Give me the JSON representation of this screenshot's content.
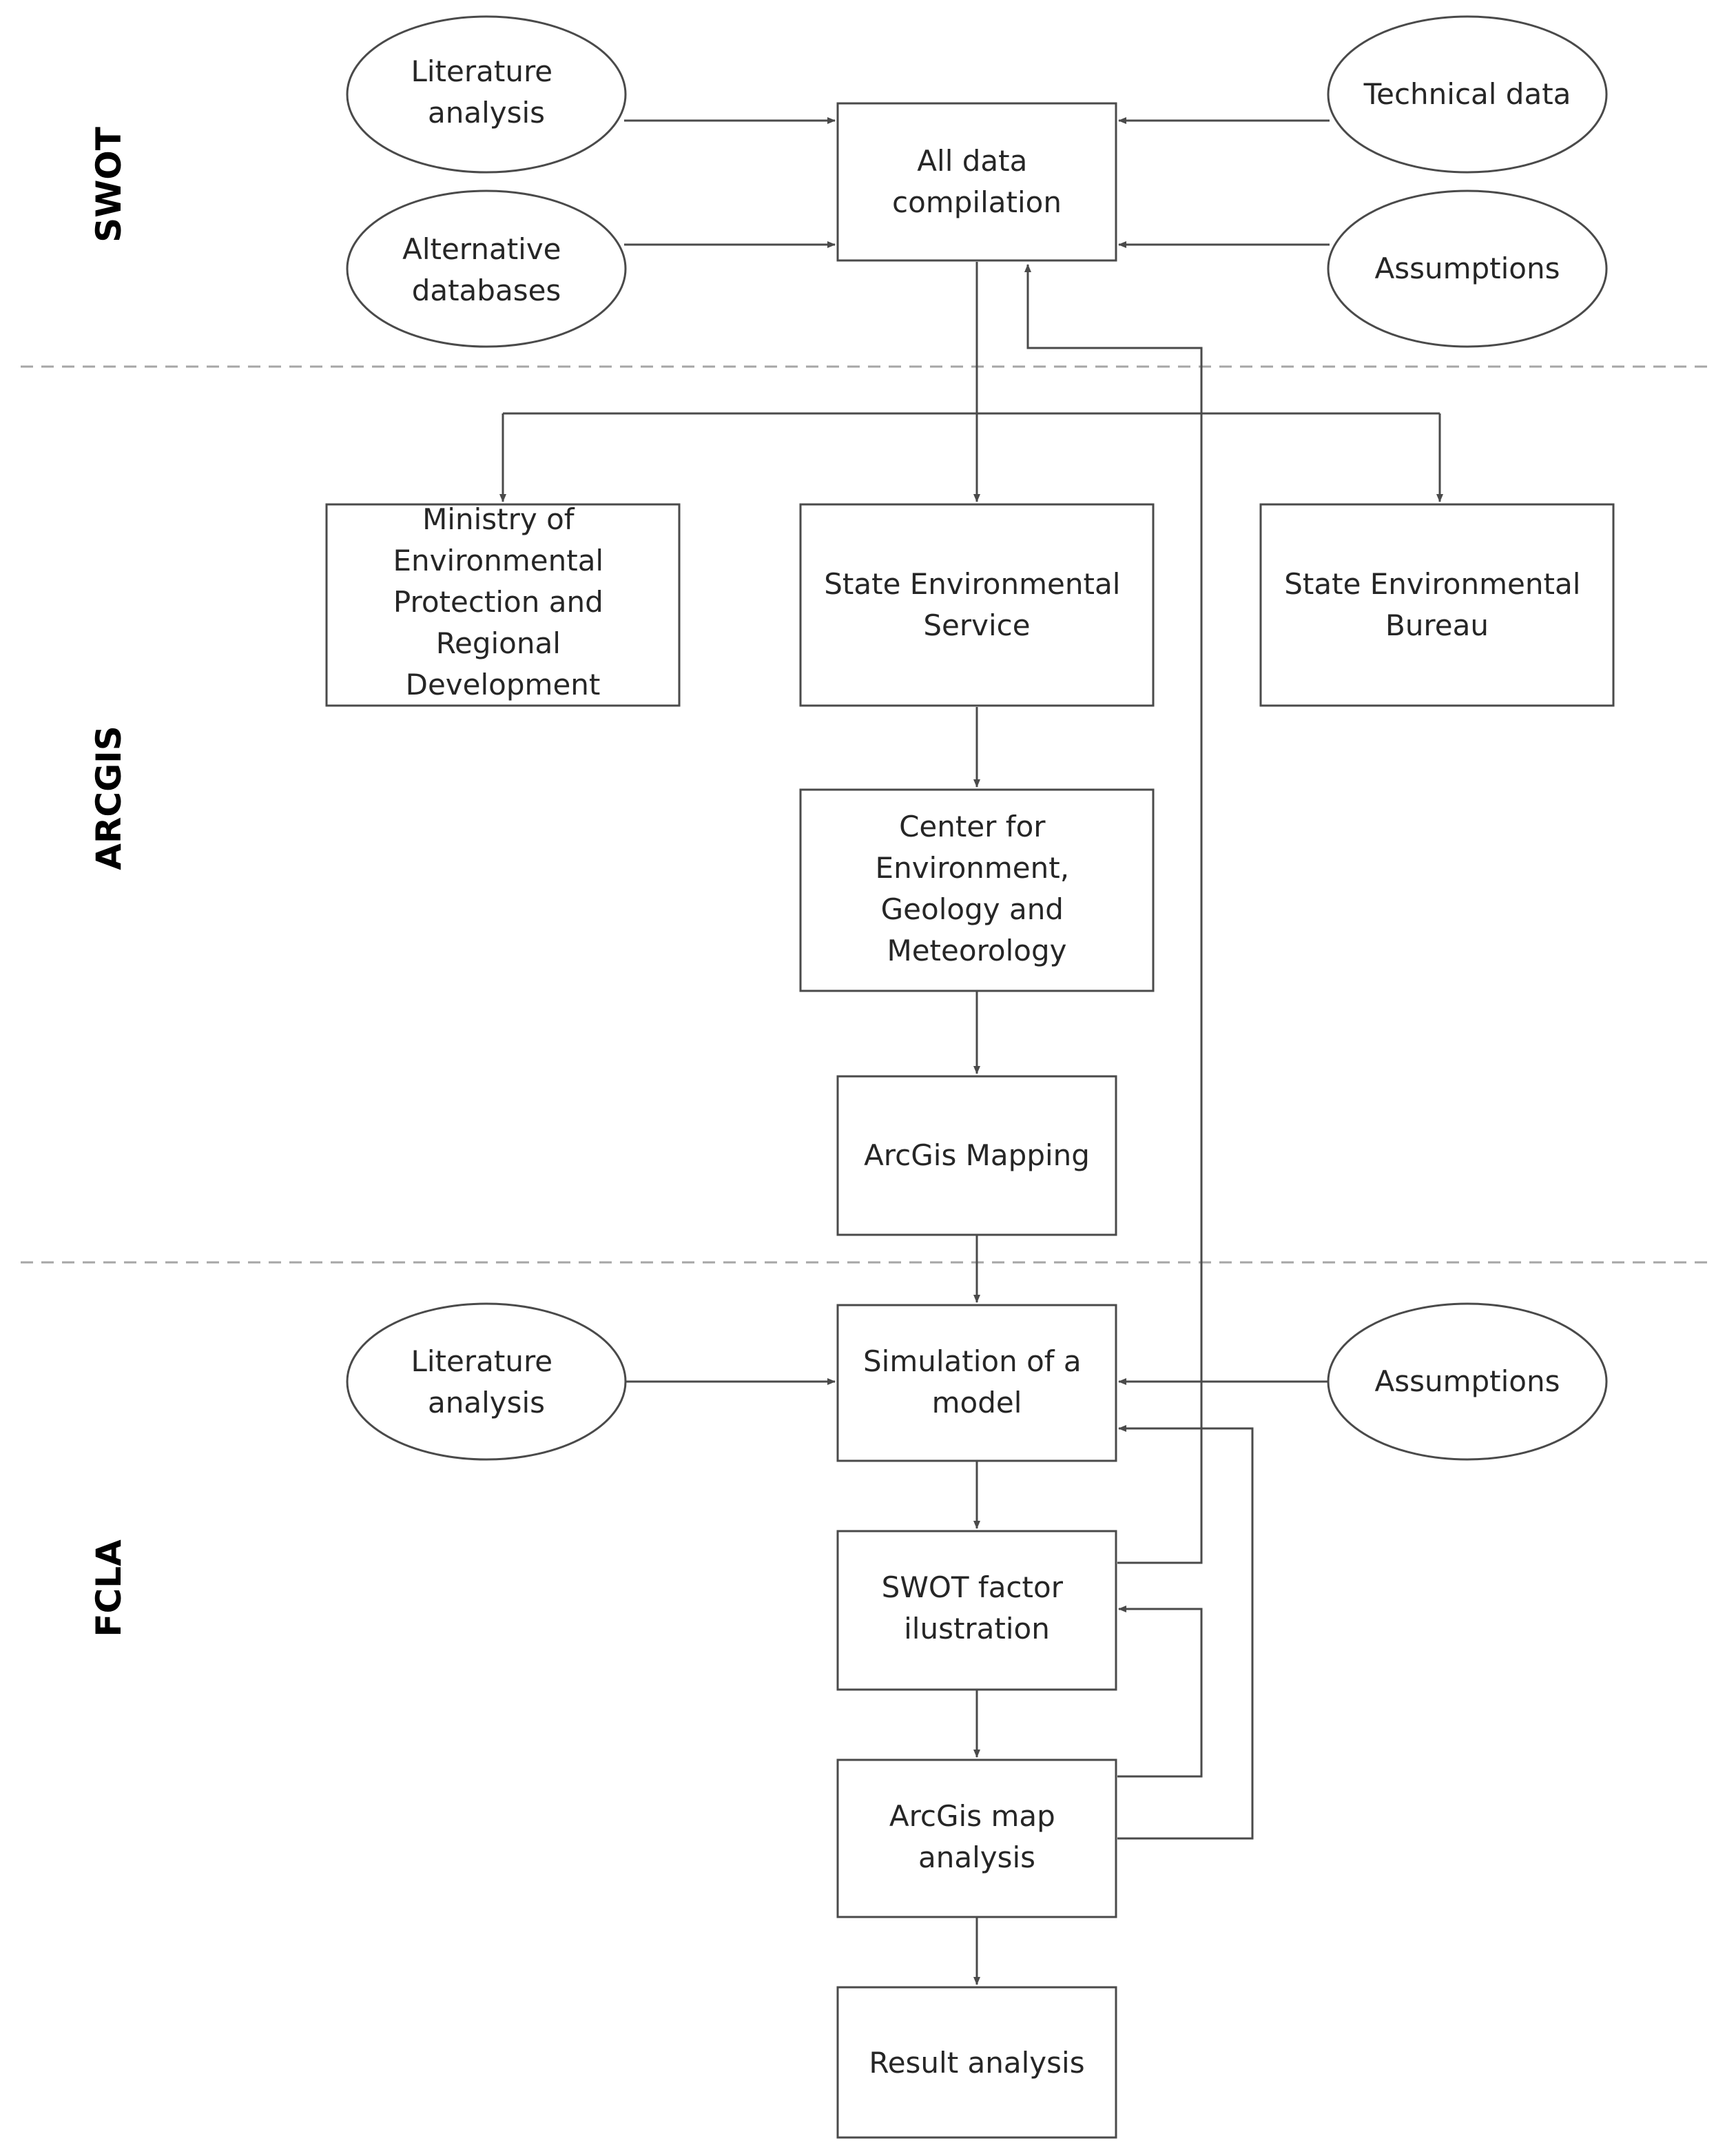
{
  "sections": {
    "swot": "SWOT",
    "arcgis": "ARCGIS",
    "fcla": "FCLA"
  },
  "nodes": {
    "literature_analysis_top": [
      "Literature",
      "analysis"
    ],
    "alternative_databases": [
      "Alternative",
      "databases"
    ],
    "technical_data": [
      "Technical data"
    ],
    "assumptions_top": [
      "Assumptions"
    ],
    "all_data_compilation": [
      "All data",
      "compilation"
    ],
    "ministry": [
      "Ministry of",
      "Environmental",
      "Protection and",
      "Regional",
      "Development"
    ],
    "state_env_service": [
      "State Environmental",
      "Service"
    ],
    "state_env_bureau": [
      "State Environmental",
      "Bureau"
    ],
    "center_env": [
      "Center for",
      "Environment,",
      "Geology and",
      "Meteorology"
    ],
    "arcgis_mapping": [
      "ArcGis Mapping"
    ],
    "literature_analysis_bottom": [
      "Literature",
      "analysis"
    ],
    "simulation_model": [
      "Simulation of a",
      "model"
    ],
    "assumptions_bottom": [
      "Assumptions"
    ],
    "swot_factor": [
      "SWOT factor",
      "ilustration"
    ],
    "arcgis_map_analysis": [
      "ArcGis map",
      "analysis"
    ],
    "result_analysis": [
      "Result analysis"
    ]
  },
  "colors": {
    "stroke": "#4a4a4a",
    "separator": "#a6a6a6",
    "text": "#262626"
  }
}
